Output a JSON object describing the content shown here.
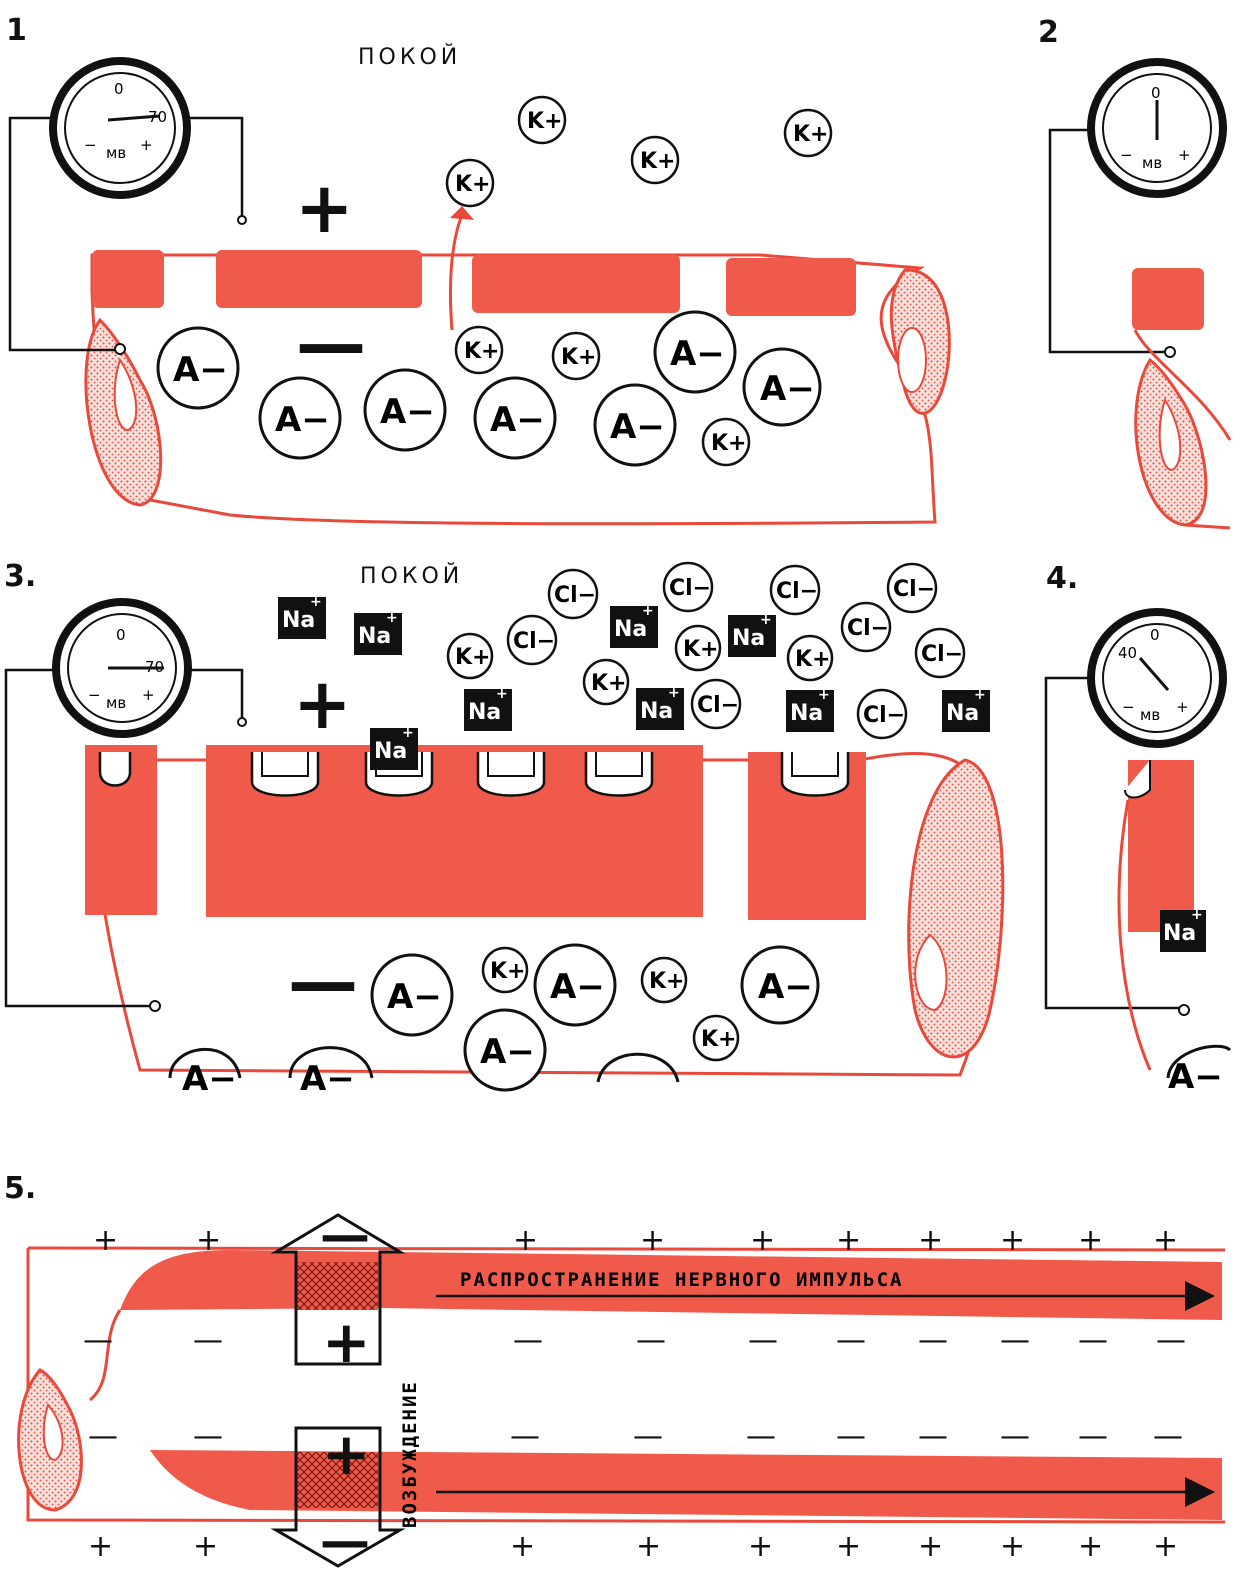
{
  "panel_labels": {
    "p1": "1",
    "p2": "2",
    "p3": "3.",
    "p4": "4.",
    "p5": "5."
  },
  "state_labels": {
    "rest_1": "ПОКОЙ",
    "rest_3": "ПОКОЙ"
  },
  "gauge": {
    "zero": "0",
    "value_70": "70",
    "value_40": "40",
    "unit": "мв",
    "minus": "−",
    "plus": "+"
  },
  "ions": {
    "k": "K+",
    "anion": "A−",
    "na": "Na",
    "cl": "Cl−"
  },
  "signs": {
    "plus": "+",
    "minus": "—"
  },
  "panel5": {
    "excitation": "ВОЗБУЖДЕНИЕ",
    "propagation": "РАСПРОСТРАНЕНИЕ  НЕРВНОГО ИМПУЛЬСА"
  },
  "colors": {
    "membrane_red": "#f05a4a",
    "ink": "#111111",
    "outline_red": "#e8493a"
  }
}
